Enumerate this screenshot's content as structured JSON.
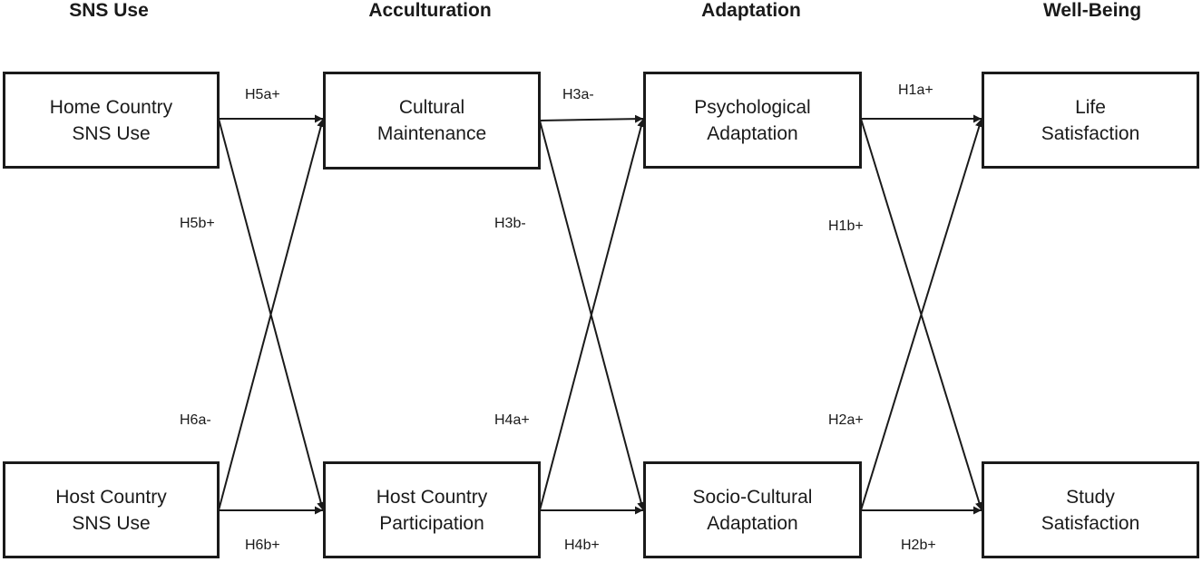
{
  "headers": [
    "SNS Use",
    "Acculturation",
    "Adaptation",
    "Well-Being"
  ],
  "boxes": {
    "home_sns": [
      "Home Country",
      "SNS Use"
    ],
    "host_sns": [
      "Host Country",
      "SNS Use"
    ],
    "cultural_maintenance": [
      "Cultural",
      "Maintenance"
    ],
    "host_participation": [
      "Host Country",
      "Participation"
    ],
    "psych_adaptation": [
      "Psychological",
      "Adaptation"
    ],
    "socio_adaptation": [
      "Socio-Cultural",
      "Adaptation"
    ],
    "life_satisfaction": [
      "Life",
      "Satisfaction"
    ],
    "study_satisfaction": [
      "Study",
      "Satisfaction"
    ]
  },
  "hypotheses": {
    "h5a": "H5a+",
    "h5b": "H5b+",
    "h6a": "H6a-",
    "h6b": "H6b+",
    "h3a": "H3a-",
    "h3b": "H3b-",
    "h4a": "H4a+",
    "h4b": "H4b+",
    "h1a": "H1a+",
    "h1b": "H1b+",
    "h2a": "H2a+",
    "h2b": "H2b+"
  }
}
